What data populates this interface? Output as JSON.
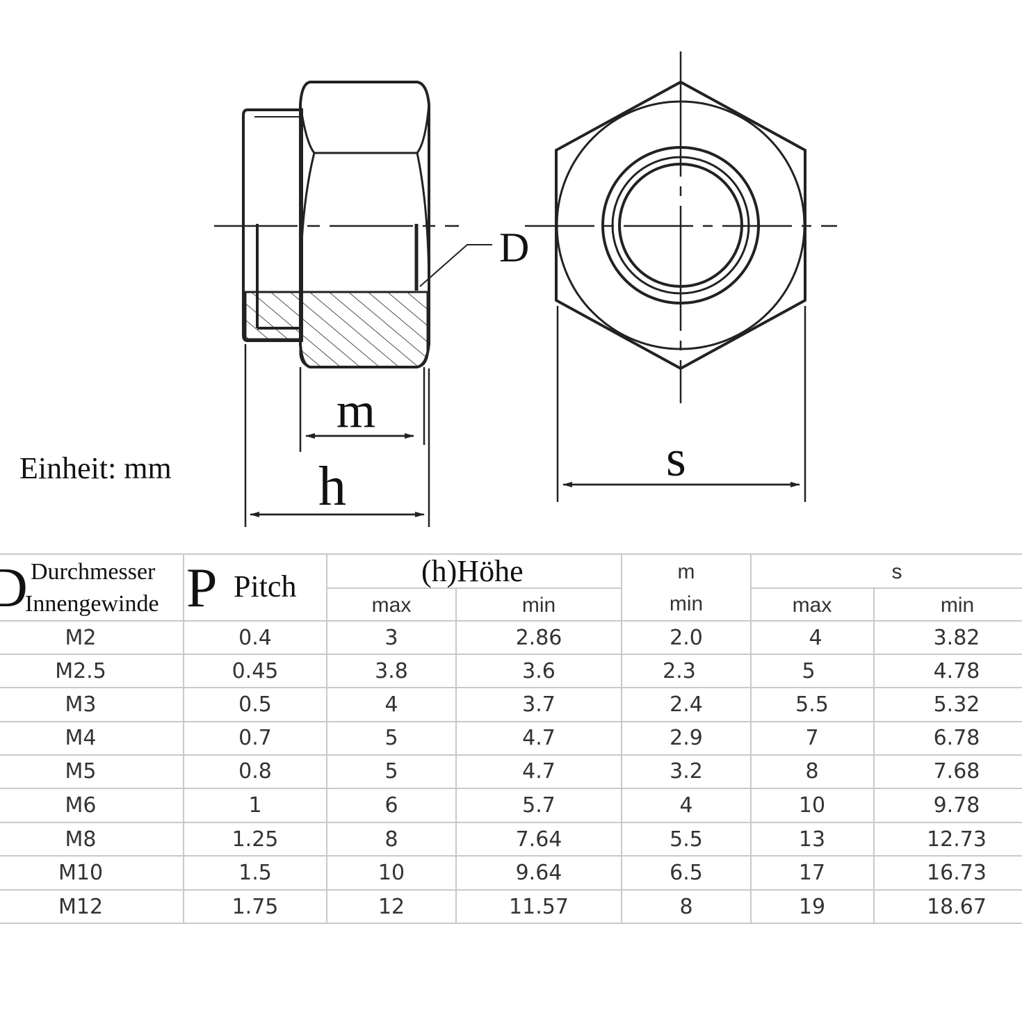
{
  "diagram": {
    "label_D": "D",
    "label_m": "m",
    "label_h": "h",
    "label_s": "s",
    "unit_note": "Einheit: mm"
  },
  "table": {
    "header": {
      "d_symbol": "D",
      "d_line1": "Durchmesser",
      "d_line2": "Innengewinde",
      "p_symbol": "P",
      "p_label": "Pitch",
      "h_label": "(h)Höhe",
      "h_max": "max",
      "h_min": "min",
      "m_label": "m",
      "m_min": "min",
      "s_label": "s",
      "s_max": "max",
      "s_min": "min"
    },
    "rows": [
      [
        "M2",
        "0.4",
        "3",
        "2.86",
        "2.0",
        "4",
        "3.82"
      ],
      [
        "M2.5",
        "0.45",
        "3.8",
        "3.6",
        "2.3",
        "5",
        "4.78"
      ],
      [
        "M3",
        "0.5",
        "4",
        "3.7",
        "2.4",
        "5.5",
        "5.32"
      ],
      [
        "M4",
        "0.7",
        "5",
        "4.7",
        "2.9",
        "7",
        "6.78"
      ],
      [
        "M5",
        "0.8",
        "5",
        "4.7",
        "3.2",
        "8",
        "7.68"
      ],
      [
        "M6",
        "1",
        "6",
        "5.7",
        "4",
        "10",
        "9.78"
      ],
      [
        "M8",
        "1.25",
        "8",
        "7.64",
        "5.5",
        "13",
        "12.73"
      ],
      [
        "M10",
        "1.5",
        "10",
        "9.64",
        "6.5",
        "17",
        "16.73"
      ],
      [
        "M12",
        "1.75",
        "12",
        "11.57",
        "8",
        "19",
        "18.67"
      ]
    ]
  }
}
